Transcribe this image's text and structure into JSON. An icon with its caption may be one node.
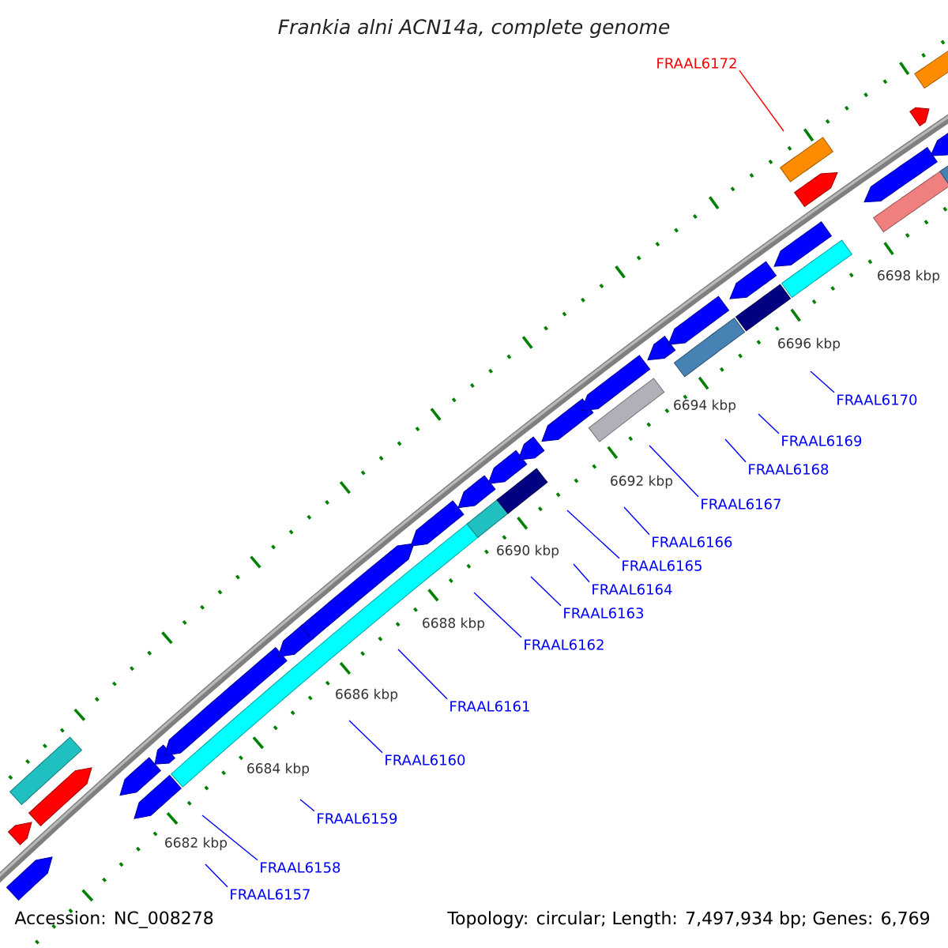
{
  "diagram": {
    "title": "Frankia alni ACN14a, complete genome",
    "nodes": [
      {
        "text": [
          "FRAAL6172"
        ]
      },
      {
        "text": [
          "FRAAL6170"
        ]
      },
      {
        "text": [
          "FRAAL6169"
        ]
      },
      {
        "text": [
          "FRAAL6168"
        ]
      },
      {
        "text": [
          "FRAAL6167"
        ]
      },
      {
        "text": [
          "FRAAL6166"
        ]
      },
      {
        "text": [
          "FRAAL6165"
        ]
      },
      {
        "text": [
          "FRAAL6164"
        ]
      },
      {
        "text": [
          "FRAAL6163"
        ]
      },
      {
        "text": [
          "FRAAL6162"
        ]
      },
      {
        "text": [
          "FRAAL6161"
        ]
      },
      {
        "text": [
          "FRAAL6160"
        ]
      },
      {
        "text": [
          "FRAAL6159"
        ]
      },
      {
        "text": [
          "FRAAL6158"
        ]
      },
      {
        "text": [
          "FRAAL6157"
        ]
      }
    ],
    "edges": [
      {
        "from": 0,
        "to": null,
        "arrow": "none",
        "color": "#ff0000"
      },
      {
        "from": 1,
        "to": null,
        "arrow": "none"
      },
      {
        "from": 2,
        "to": null,
        "arrow": "none"
      },
      {
        "from": 3,
        "to": null,
        "arrow": "none"
      },
      {
        "from": 4,
        "to": null,
        "arrow": "none"
      },
      {
        "from": 5,
        "to": null,
        "arrow": "none"
      },
      {
        "from": 6,
        "to": null,
        "arrow": "none"
      },
      {
        "from": 7,
        "to": null,
        "arrow": "none"
      },
      {
        "from": 8,
        "to": null,
        "arrow": "none"
      },
      {
        "from": 9,
        "to": null,
        "arrow": "none"
      },
      {
        "from": 10,
        "to": null,
        "arrow": "none"
      },
      {
        "from": 11,
        "to": null,
        "arrow": "none"
      },
      {
        "from": 12,
        "to": null,
        "arrow": "none"
      },
      {
        "from": 13,
        "to": null,
        "arrow": "none"
      },
      {
        "from": 14,
        "to": null,
        "arrow": "none"
      }
    ],
    "labels": [
      "6698 kbp",
      "6696 kbp",
      "6694 kbp",
      "6692 kbp",
      "6690 kbp",
      "6688 kbp",
      "6686 kbp",
      "6684 kbp",
      "6682 kbp",
      "Accession: NC_008278",
      "Topology: circular; Length: 7,497,934 bp; Genes: 6,769"
    ]
  }
}
